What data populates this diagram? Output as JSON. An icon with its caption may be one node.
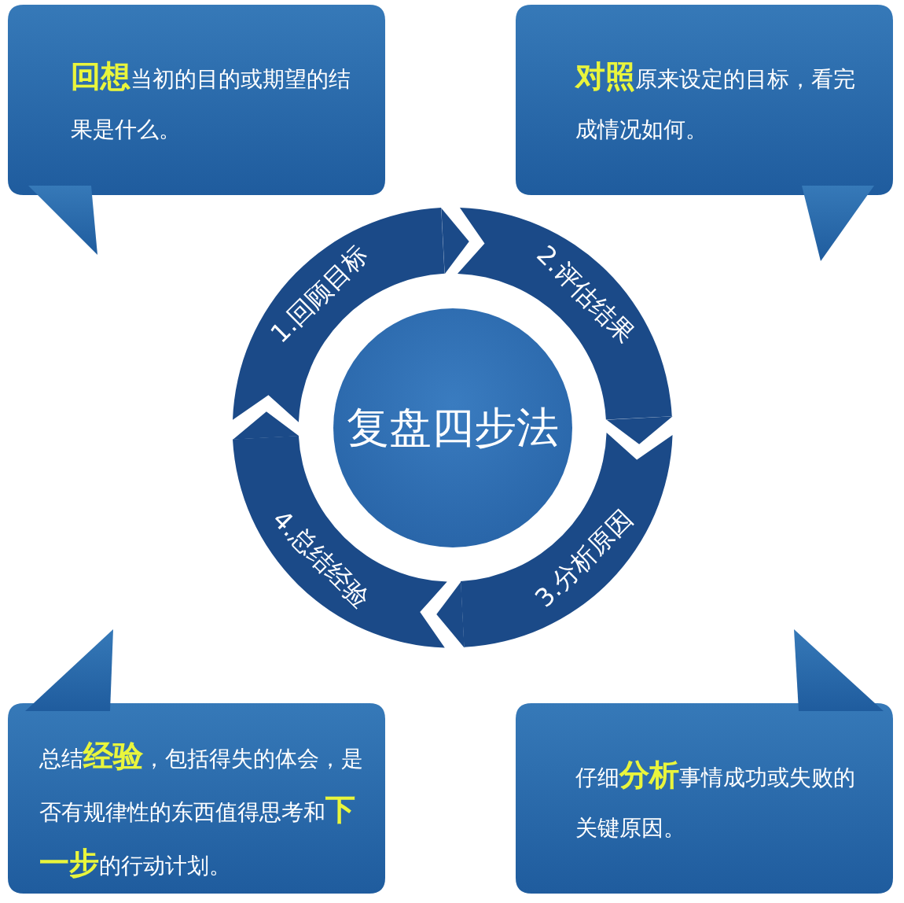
{
  "diagram": {
    "nodes": [
      {
        "text": [
          "**回想**当初的目的或期望的结果是什么。"
        ]
      },
      {
        "text": [
          "**对照**原来设定的目标，看完成情况如何。"
        ]
      },
      {
        "text": [
          "1.回顾目标"
        ]
      },
      {
        "text": [
          "2.评估结果"
        ]
      },
      {
        "text": [
          "复盘四步法"
        ]
      },
      {
        "text": [
          "4.总结经验"
        ]
      },
      {
        "text": [
          "3.分析原因"
        ]
      },
      {
        "text": [
          "总结**经验**，包括得失的体会，是否有规律性的东西值得思考和**下一步**的行动计划。"
        ]
      },
      {
        "text": [
          "仔细**分析**事情成功或失败的关键原因。"
        ]
      }
    ],
    "edges": [
      {
        "from": 2,
        "to": 3,
        "arrow": "to"
      },
      {
        "from": 3,
        "to": 6,
        "arrow": "to"
      },
      {
        "from": 6,
        "to": 5,
        "arrow": "to"
      },
      {
        "from": 5,
        "to": 2,
        "arrow": "to"
      }
    ]
  }
}
